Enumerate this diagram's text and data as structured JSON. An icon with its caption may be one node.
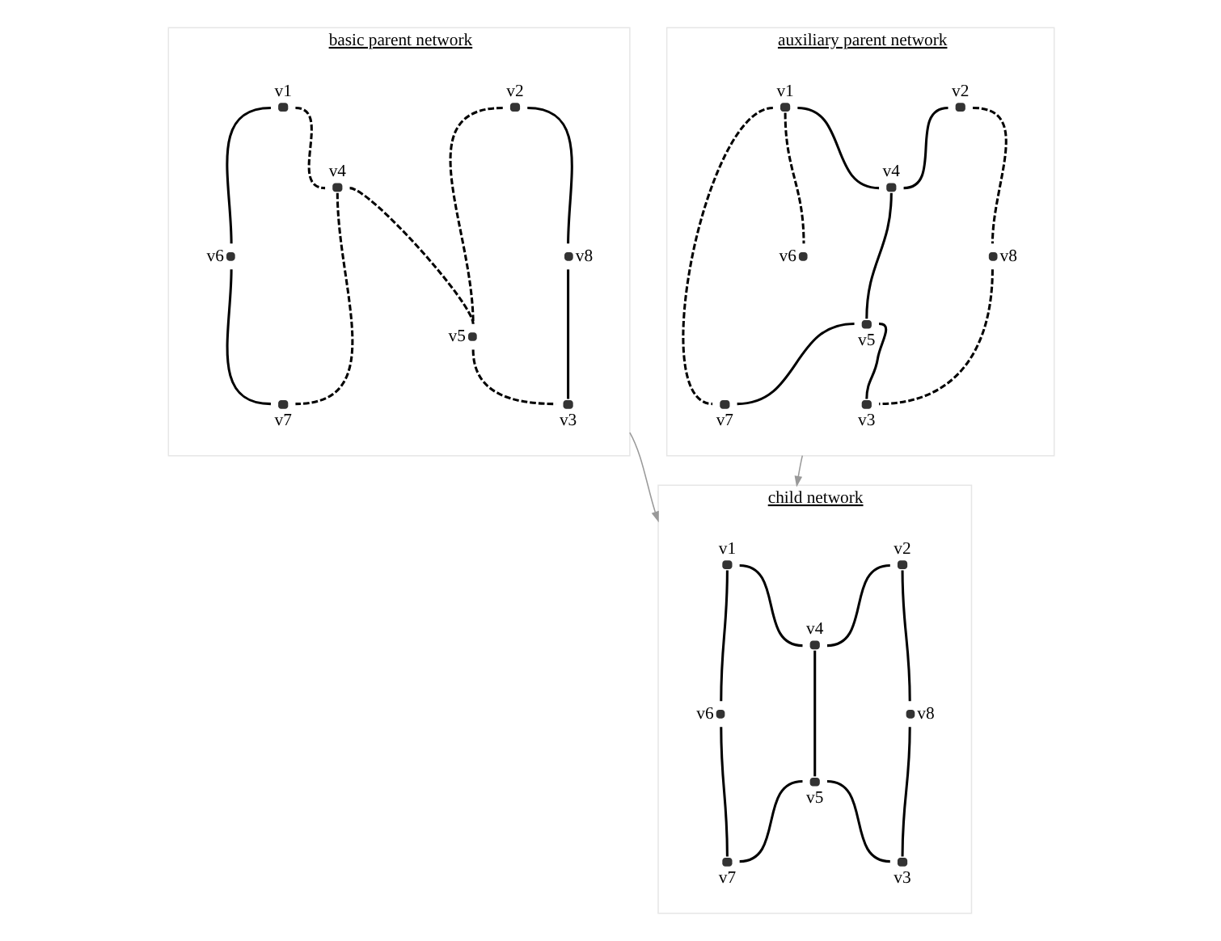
{
  "diagram": {
    "nodes": [
      {
        "text": [
          "basic parent network"
        ]
      },
      {
        "text": [],
        "shape": "circle",
        "beside": [
          "v1"
        ],
        "in": 0
      },
      {
        "text": [],
        "shape": "circle",
        "beside": [
          "v2"
        ],
        "in": 0
      },
      {
        "text": [],
        "shape": "circle",
        "beside": [
          "v4"
        ],
        "in": 0
      },
      {
        "text": [],
        "shape": "circle",
        "beside": [
          "v8"
        ],
        "in": 0
      },
      {
        "text": [],
        "shape": "circle",
        "beside": [
          "v6"
        ],
        "in": 0
      },
      {
        "text": [],
        "shape": "circle",
        "beside": [
          "v5"
        ],
        "in": 0
      },
      {
        "text": [],
        "shape": "circle",
        "beside": [
          "v7"
        ],
        "in": 0
      },
      {
        "text": [],
        "shape": "circle",
        "beside": [
          "v3"
        ],
        "in": 0
      },
      {
        "text": [
          "auxiliary parent network"
        ]
      },
      {
        "text": [],
        "shape": "circle",
        "beside": [
          "v1"
        ],
        "in": 9
      },
      {
        "text": [],
        "shape": "circle",
        "beside": [
          "v2"
        ],
        "in": 9
      },
      {
        "text": [],
        "shape": "circle",
        "beside": [
          "v4"
        ],
        "in": 9
      },
      {
        "text": [],
        "shape": "circle",
        "beside": [
          "v6"
        ],
        "in": 9
      },
      {
        "text": [],
        "shape": "circle",
        "beside": [
          "v8"
        ],
        "in": 9
      },
      {
        "text": [],
        "shape": "circle",
        "beside": [
          "v5"
        ],
        "in": 9
      },
      {
        "text": [],
        "shape": "circle",
        "beside": [
          "v7"
        ],
        "in": 9
      },
      {
        "text": [],
        "shape": "circle",
        "beside": [
          "v3"
        ],
        "in": 9
      },
      {
        "text": [
          "child network"
        ]
      },
      {
        "text": [],
        "shape": "circle",
        "beside": [
          "v1"
        ],
        "in": 18
      },
      {
        "text": [],
        "shape": "circle",
        "beside": [
          "v2"
        ],
        "in": 18
      },
      {
        "text": [],
        "shape": "circle",
        "beside": [
          "v4"
        ],
        "in": 18
      },
      {
        "text": [],
        "shape": "circle",
        "beside": [
          "v6"
        ],
        "in": 18
      },
      {
        "text": [],
        "shape": "circle",
        "beside": [
          "v8"
        ],
        "in": 18
      },
      {
        "text": [],
        "shape": "circle",
        "beside": [
          "v5"
        ],
        "in": 18
      },
      {
        "text": [],
        "shape": "circle",
        "beside": [
          "v7"
        ],
        "in": 18
      },
      {
        "text": [],
        "shape": "circle",
        "beside": [
          "v3"
        ],
        "in": 18
      }
    ],
    "edges": [
      {
        "from": 1,
        "to": 5,
        "arrow": "none"
      },
      {
        "from": 5,
        "to": 7,
        "arrow": "none"
      },
      {
        "from": 1,
        "to": 3,
        "arrow": "none",
        "style": "dashed"
      },
      {
        "from": 3,
        "to": 6,
        "arrow": "none",
        "style": "dashed"
      },
      {
        "from": 7,
        "to": 3,
        "arrow": "none",
        "style": "dashed"
      },
      {
        "from": 2,
        "to": 6,
        "arrow": "none",
        "style": "dashed"
      },
      {
        "from": 6,
        "to": 8,
        "arrow": "none",
        "style": "dashed"
      },
      {
        "from": 2,
        "to": 4,
        "arrow": "none"
      },
      {
        "from": 4,
        "to": 8,
        "arrow": "none"
      },
      {
        "from": 10,
        "to": 13,
        "arrow": "none",
        "style": "dashed"
      },
      {
        "from": 10,
        "to": 16,
        "arrow": "none",
        "style": "dashed"
      },
      {
        "from": 10,
        "to": 12,
        "arrow": "none"
      },
      {
        "from": 12,
        "to": 11,
        "arrow": "none"
      },
      {
        "from": 12,
        "to": 15,
        "arrow": "none"
      },
      {
        "from": 15,
        "to": 16,
        "arrow": "none"
      },
      {
        "from": 15,
        "to": 17,
        "arrow": "none"
      },
      {
        "from": 11,
        "to": 14,
        "arrow": "none",
        "style": "dashed"
      },
      {
        "from": 14,
        "to": 17,
        "arrow": "none",
        "style": "dashed"
      },
      {
        "from": 19,
        "to": 22,
        "arrow": "none"
      },
      {
        "from": 22,
        "to": 25,
        "arrow": "none"
      },
      {
        "from": 19,
        "to": 21,
        "arrow": "none"
      },
      {
        "from": 21,
        "to": 20,
        "arrow": "none"
      },
      {
        "from": 20,
        "to": 23,
        "arrow": "none"
      },
      {
        "from": 23,
        "to": 26,
        "arrow": "none"
      },
      {
        "from": 26,
        "to": 24,
        "arrow": "none"
      },
      {
        "from": 24,
        "to": 25,
        "arrow": "none"
      },
      {
        "from": 21,
        "to": 24,
        "arrow": "none"
      },
      {
        "from": 0,
        "to": 18,
        "arrow": "to",
        "color": "#999999"
      },
      {
        "from": 9,
        "to": 18,
        "arrow": "to",
        "color": "#999999"
      }
    ]
  }
}
